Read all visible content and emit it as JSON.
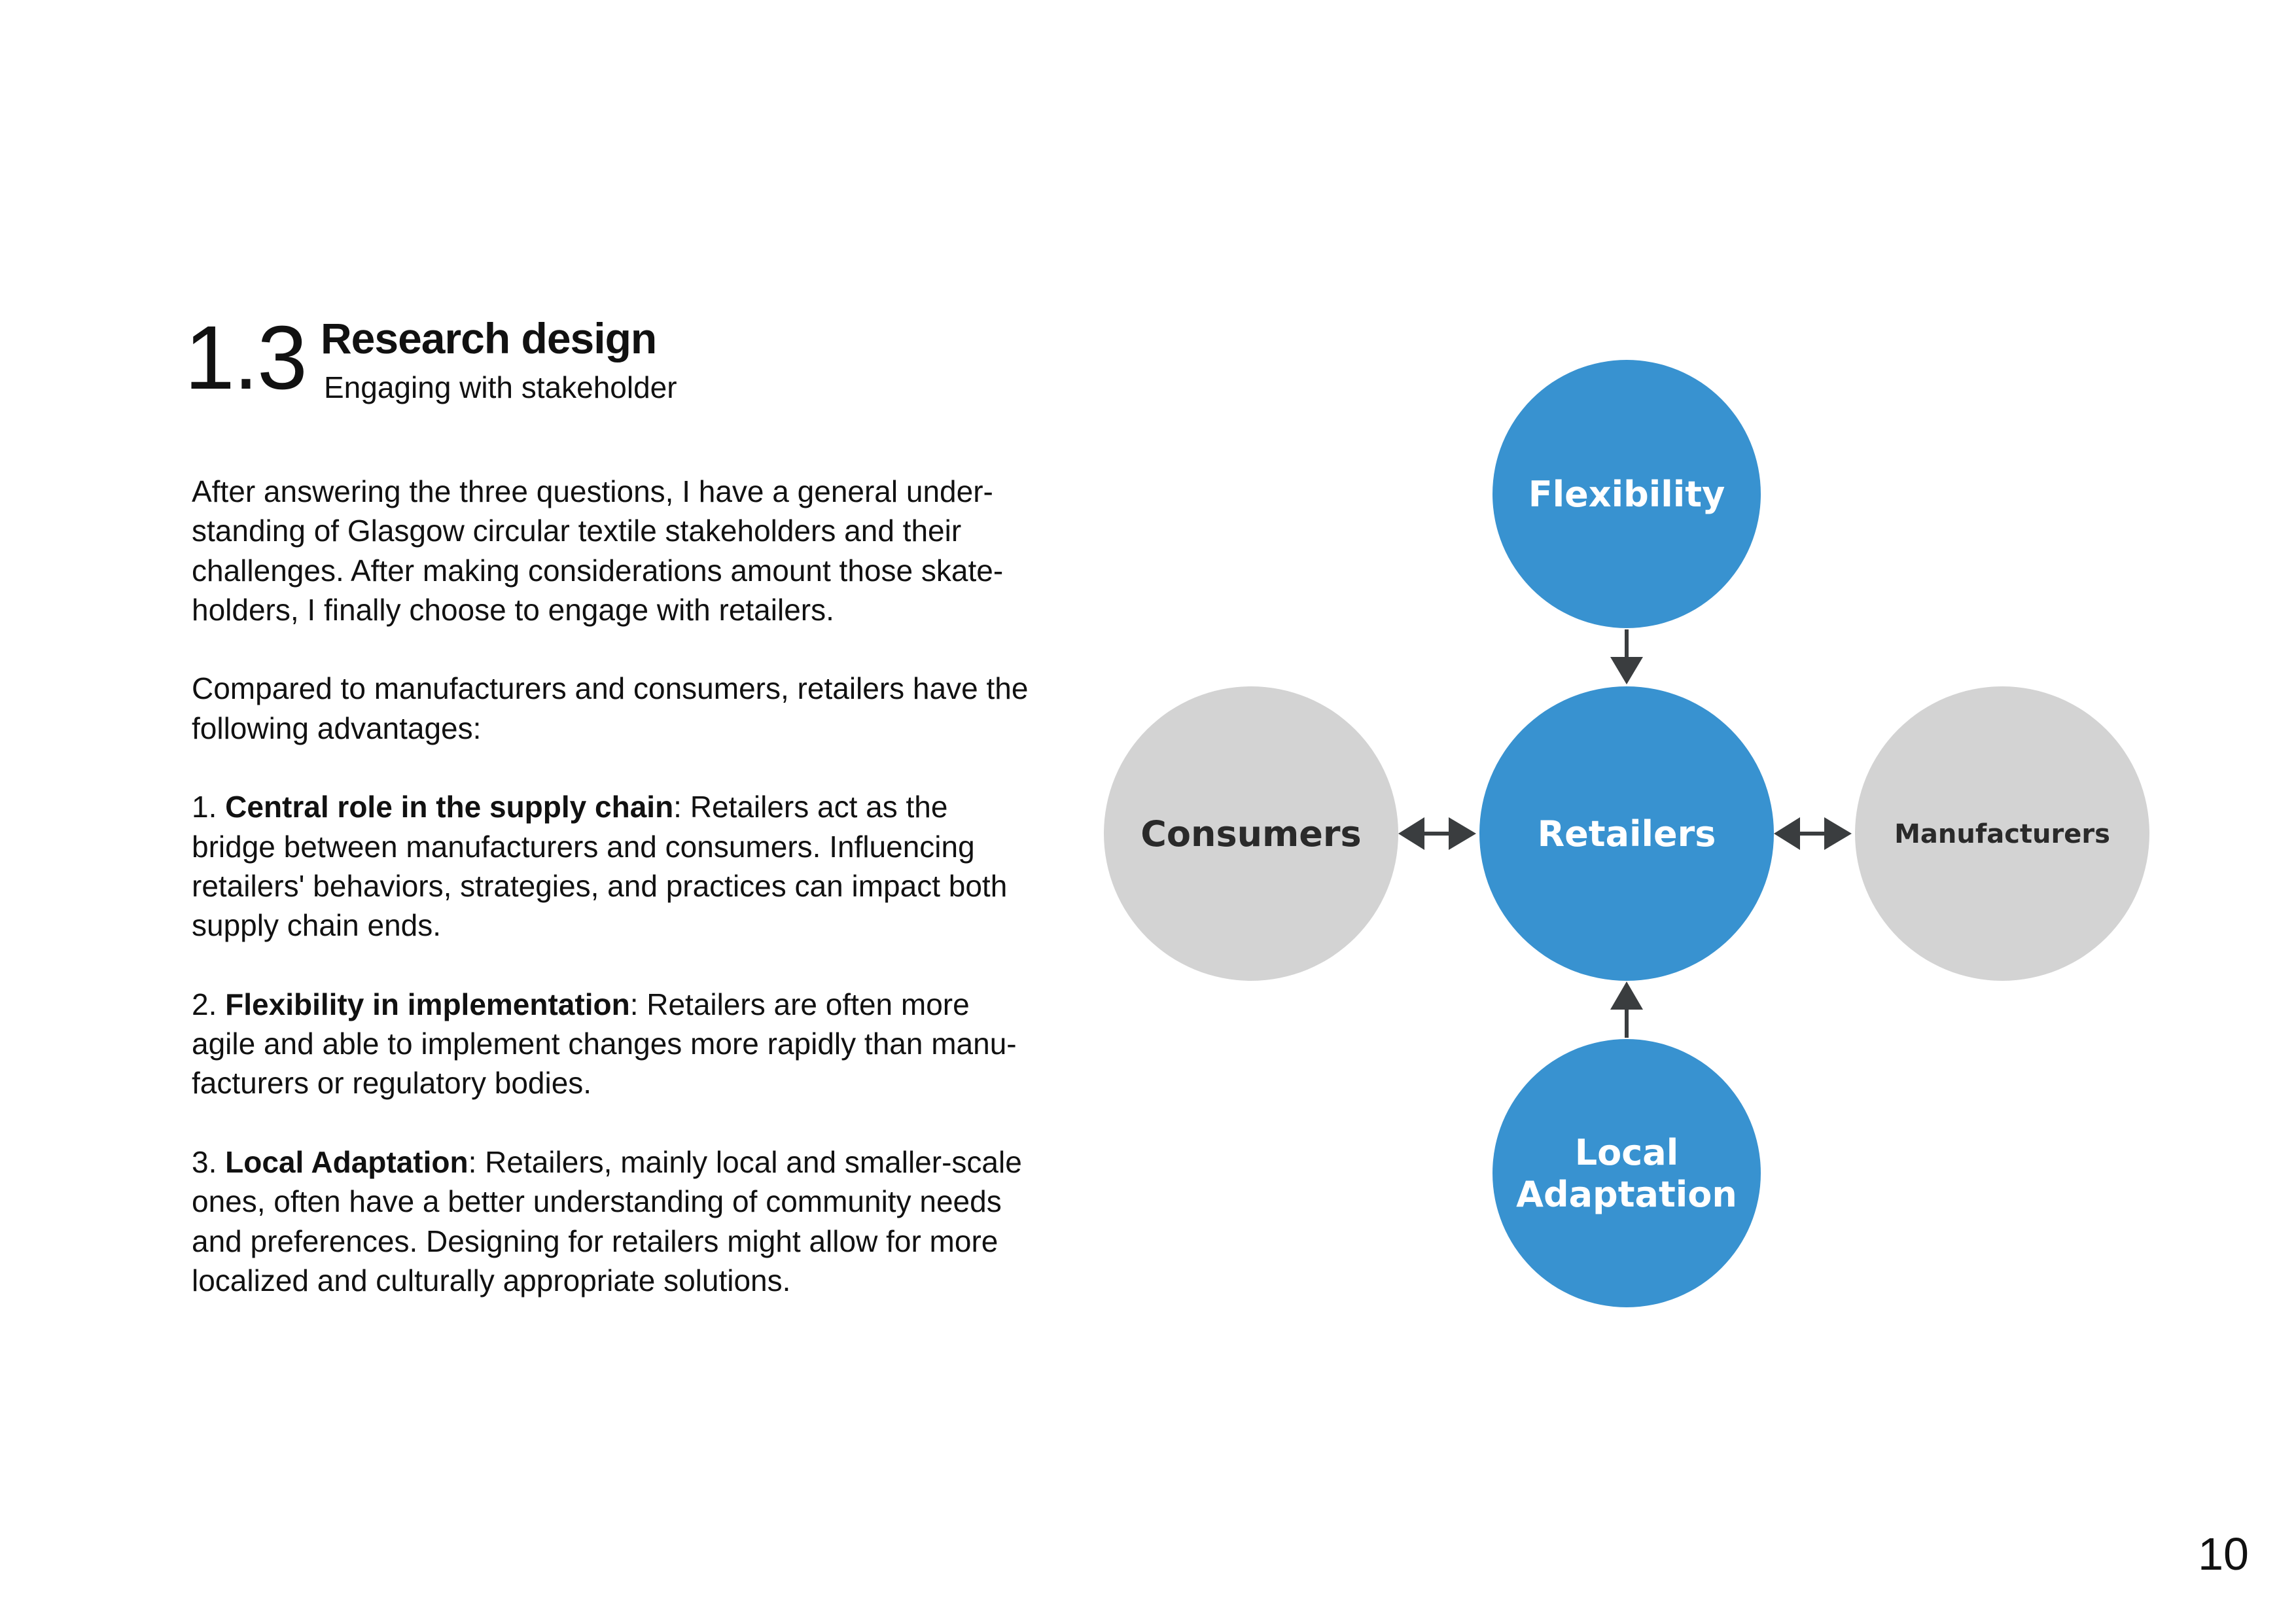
{
  "header": {
    "section_number": "1.3",
    "title": "Research design",
    "subtitle": "Engaging with stakeholder"
  },
  "body": {
    "intro_lines": [
      "After answering the three questions, I have a general under-",
      "standing of Glasgow circular textile stakeholders and their",
      "challenges. After making considerations amount those skate-",
      "holders, I finally choose to engage with retailers."
    ],
    "compare_lines": [
      "Compared to manufacturers and consumers, retailers have the",
      "following advantages:"
    ],
    "points": [
      {
        "number": "1.",
        "title": "Central role in the supply chain",
        "first_line_rest": ": Retailers act as the",
        "lines": [
          "bridge between manufacturers and consumers. Influencing",
          "retailers' behaviors, strategies, and practices can impact both",
          "supply chain ends."
        ]
      },
      {
        "number": "2.",
        "title": "Flexibility in implementation",
        "first_line_rest": ": Retailers are often more",
        "lines": [
          "agile and able to implement changes more rapidly than manu-",
          "facturers or regulatory bodies."
        ]
      },
      {
        "number": "3.",
        "title": "Local Adaptation",
        "first_line_rest": ": Retailers, mainly local and smaller-scale",
        "lines": [
          "ones, often have a better understanding of community needs",
          "and preferences. Designing for retailers might allow for more",
          "localized and culturally appropriate solutions."
        ]
      }
    ]
  },
  "diagram": {
    "nodes": {
      "top": {
        "lines": [
          "Flexibility"
        ],
        "color": "#3892d0",
        "text_color": "#ffffff"
      },
      "center": {
        "lines": [
          "Retailers"
        ],
        "color": "#3892d0",
        "text_color": "#ffffff"
      },
      "left": {
        "lines": [
          "Consumers"
        ],
        "color": "#d3d3d3",
        "text_color": "#2a2a2a"
      },
      "right": {
        "lines": [
          "Manufacturers"
        ],
        "color": "#d3d3d3",
        "text_color": "#2a2a2a"
      },
      "bottom": {
        "lines": [
          "Local",
          "Adaptation"
        ],
        "color": "#3892d0",
        "text_color": "#ffffff"
      }
    },
    "arrow_color": "#3a3d3f",
    "arrows": [
      {
        "name": "arrow-flexibility-to-retailers",
        "type": "single-down"
      },
      {
        "name": "arrow-local-adaptation-to-retailers",
        "type": "single-up"
      },
      {
        "name": "arrow-consumers-retailers",
        "type": "double-horizontal"
      },
      {
        "name": "arrow-retailers-manufacturers",
        "type": "double-horizontal"
      }
    ]
  },
  "footer": {
    "page_number": "10"
  }
}
